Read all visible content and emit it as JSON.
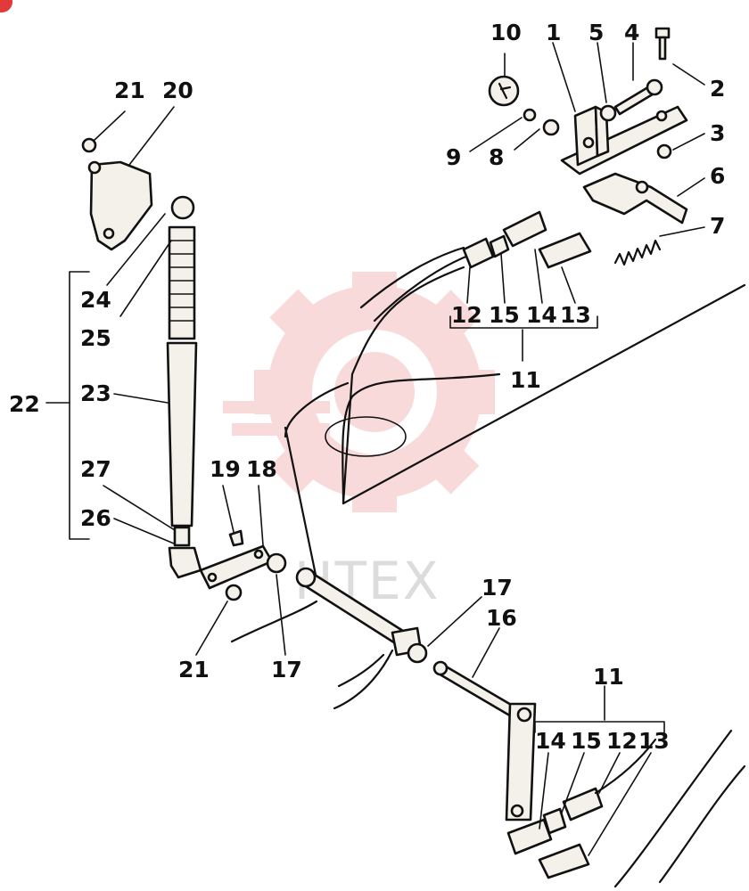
{
  "watermark": {
    "text": "HTEX",
    "color": "#f2b8b8"
  },
  "callouts": {
    "n1": "1",
    "n2": "2",
    "n3": "3",
    "n4": "4",
    "n5": "5",
    "n6": "6",
    "n7": "7",
    "n8": "8",
    "n9": "9",
    "n10": "10",
    "n11_top": "11",
    "n11_bottom": "11",
    "n12_top": "12",
    "n12_bottom": "12",
    "n13_top": "13",
    "n13_bottom": "13",
    "n14_top": "14",
    "n14_bottom": "14",
    "n15_top": "15",
    "n15_bottom": "15",
    "n16": "16",
    "n17_mid": "17",
    "n17_right": "17",
    "n18": "18",
    "n19": "19",
    "n20": "20",
    "n21_top": "21",
    "n21_bottom": "21",
    "n22": "22",
    "n23": "23",
    "n24": "24",
    "n25": "25",
    "n26": "26",
    "n27": "27"
  }
}
